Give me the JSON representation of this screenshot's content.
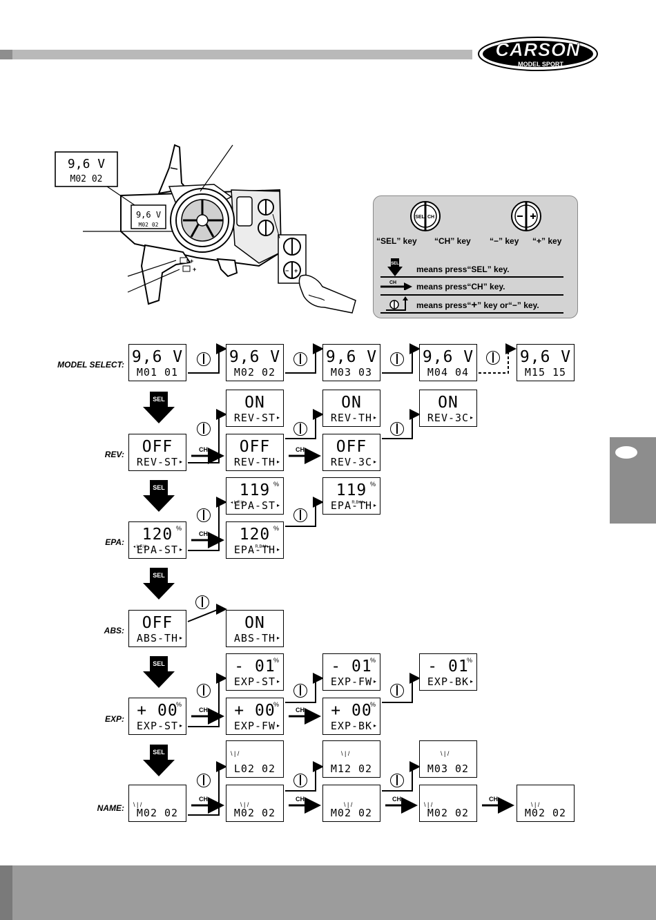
{
  "logo": {
    "brand": "CARSON",
    "sub": "MODEL SPORT"
  },
  "illustration": {
    "lcd_top": "9,6 V",
    "lcd_bottom": "M02 02",
    "keypad_sel": "SEL",
    "keypad_ch": "CH",
    "keypad_minus": "−",
    "keypad_plus": "+",
    "trim_minus": "−",
    "trim_plus": "+"
  },
  "legend": {
    "sel_key": "“SEL” key",
    "ch_key": "“CH” key",
    "minus_key": "“−” key",
    "plus_key": "“+” key",
    "sel_icon": "SEL",
    "ch_icon": "CH",
    "line1": "means press“SEL” key.",
    "line2": "means press“CH” key.",
    "line3a": "means press“",
    "line3b": "” key or“−” key."
  },
  "rows": {
    "model_select": "MODEL SELECT:",
    "rev": "REV:",
    "epa": "EPA:",
    "abs": "ABS:",
    "exp": "EXP:",
    "name": "NAME:"
  },
  "arrows": {
    "sel": "SEL",
    "ch": "CH"
  },
  "screens": {
    "ms1": {
      "big": "9,6 V",
      "small": "M01 01"
    },
    "ms2": {
      "big": "9,6 V",
      "small": "M02 02"
    },
    "ms3": {
      "big": "9,6 V",
      "small": "M03 03"
    },
    "ms4": {
      "big": "9,6 V",
      "small": "M04 04"
    },
    "ms5": {
      "big": "9,6 V",
      "small": "M15 15"
    },
    "rev_on1": {
      "big": "ON",
      "small": "REV-ST"
    },
    "rev_on2": {
      "big": "ON",
      "small": "REV-TH"
    },
    "rev_on3": {
      "big": "ON",
      "small": "REV-3C"
    },
    "rev_off1": {
      "big": "OFF",
      "small": "REV-ST"
    },
    "rev_off2": {
      "big": "OFF",
      "small": "REV-TH"
    },
    "rev_off3": {
      "big": "OFF",
      "small": "REV-3C"
    },
    "epa_u1": {
      "big": "119",
      "small": "EPA-ST",
      "note": "◂ L.F.U"
    },
    "epa_u2": {
      "big": "119",
      "small": "EPA-TH",
      "note": "R.B.U ▸"
    },
    "epa_1": {
      "big": "120",
      "small": "EPA-ST",
      "note": "◂ L.F.U"
    },
    "epa_2": {
      "big": "120",
      "small": "EPA-TH",
      "note": "R.B.U ▸"
    },
    "abs_off": {
      "big": "OFF",
      "small": "ABS-TH"
    },
    "abs_on": {
      "big": "ON",
      "small": "ABS-TH"
    },
    "exp_u1": {
      "big": "- 01",
      "small": "EXP-ST"
    },
    "exp_u2": {
      "big": "- 01",
      "small": "EXP-FW"
    },
    "exp_u3": {
      "big": "- 01",
      "small": "EXP-BK"
    },
    "exp_1": {
      "big": "+ 00",
      "small": "EXP-ST"
    },
    "exp_2": {
      "big": "+ 00",
      "small": "EXP-FW"
    },
    "exp_3": {
      "big": "+ 00",
      "small": "EXP-BK"
    },
    "name_u1": {
      "small": "L02 02"
    },
    "name_u2": {
      "small": "M12 02"
    },
    "name_u3": {
      "small": "M03 02"
    },
    "name_1": {
      "small": "M02 02"
    },
    "name_2": {
      "small": "M02 02"
    },
    "name_3": {
      "small": "M02 02"
    },
    "name_4": {
      "small": "M02 02"
    },
    "name_5": {
      "small": "M02 02"
    }
  },
  "percent_sign": "%",
  "blink_mark": "\\ | /"
}
